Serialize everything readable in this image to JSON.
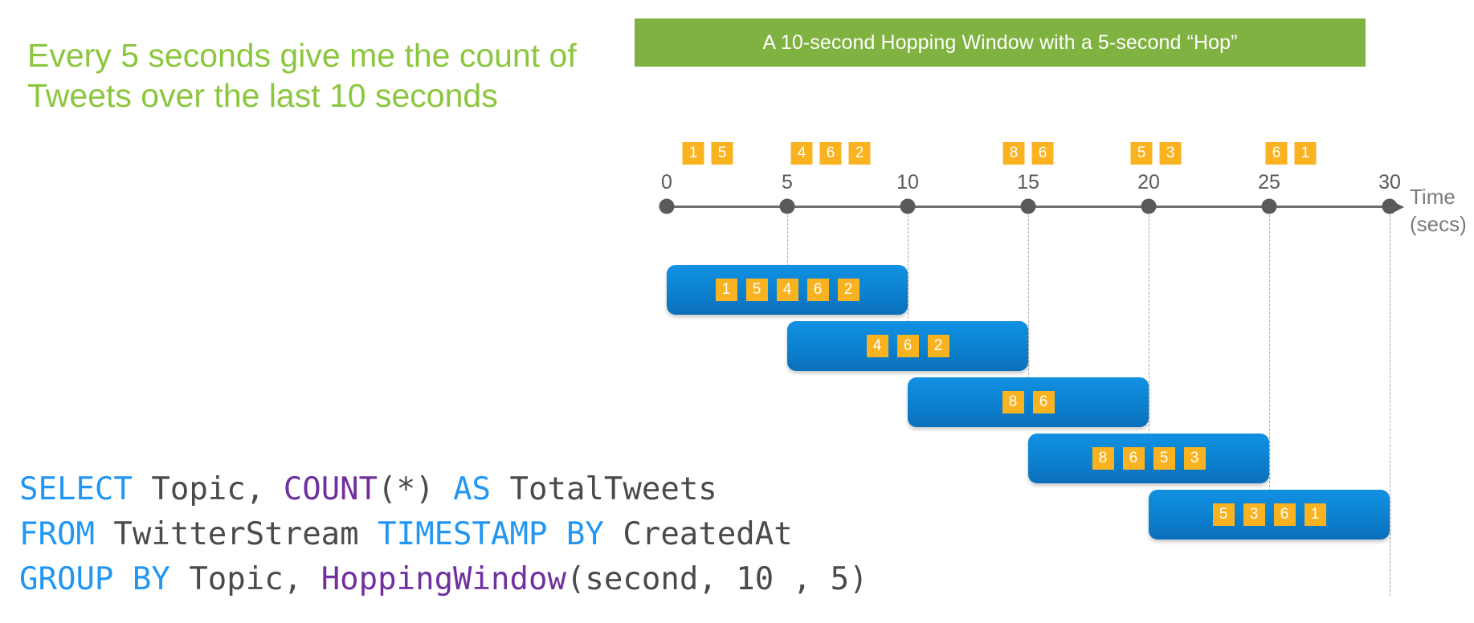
{
  "headline": "Every 5 seconds give me the count of Tweets over the last 10 seconds",
  "banner": {
    "title": "A 10-second Hopping Window with a 5-second “Hop”",
    "background": "#7FB241",
    "text_color": "#FFFFFF"
  },
  "colors": {
    "heading_green": "#8CC63E",
    "banner_green": "#7FB241",
    "event_orange": "#F9B320",
    "window_blue_top": "#1190E2",
    "window_blue_bottom": "#0A6FBB",
    "axis_gray": "#5A5A5A",
    "sql_keyword_blue": "#2196F3",
    "sql_function_purple": "#7030A0",
    "sql_identifier_gray": "#4A4A4A"
  },
  "timeline": {
    "axis_label_line1": "Time",
    "axis_label_line2": "(secs)",
    "ticks": [
      {
        "label": "0",
        "value": 0
      },
      {
        "label": "5",
        "value": 5
      },
      {
        "label": "10",
        "value": 10
      },
      {
        "label": "15",
        "value": 15
      },
      {
        "label": "20",
        "value": 20
      },
      {
        "label": "25",
        "value": 25
      },
      {
        "label": "30",
        "value": 30
      }
    ],
    "guides_at": [
      5,
      10,
      15,
      20,
      25,
      30
    ],
    "stream_events": [
      {
        "label": "1",
        "t": 1.1
      },
      {
        "label": "5",
        "t": 2.3
      },
      {
        "label": "4",
        "t": 5.6
      },
      {
        "label": "6",
        "t": 6.8
      },
      {
        "label": "2",
        "t": 8.0
      },
      {
        "label": "8",
        "t": 14.4
      },
      {
        "label": "6",
        "t": 15.6
      },
      {
        "label": "5",
        "t": 19.7
      },
      {
        "label": "3",
        "t": 20.9
      },
      {
        "label": "6",
        "t": 25.3
      },
      {
        "label": "1",
        "t": 26.5
      }
    ]
  },
  "windows": [
    {
      "name": "window-0-10",
      "start": 0,
      "end": 10,
      "events": [
        "1",
        "5",
        "4",
        "6",
        "2"
      ]
    },
    {
      "name": "window-5-15",
      "start": 5,
      "end": 15,
      "events": [
        "4",
        "6",
        "2"
      ]
    },
    {
      "name": "window-10-20",
      "start": 10,
      "end": 20,
      "events": [
        "8",
        "6"
      ]
    },
    {
      "name": "window-15-25",
      "start": 15,
      "end": 25,
      "events": [
        "8",
        "6",
        "5",
        "3"
      ]
    },
    {
      "name": "window-20-30",
      "start": 20,
      "end": 30,
      "events": [
        "5",
        "3",
        "6",
        "1"
      ]
    }
  ],
  "sql": {
    "lines": [
      [
        {
          "t": "SELECT",
          "c": "kw"
        },
        {
          "t": " Topic, ",
          "c": "id"
        },
        {
          "t": "COUNT",
          "c": "fn"
        },
        {
          "t": "(*) ",
          "c": "id"
        },
        {
          "t": "AS",
          "c": "kw"
        },
        {
          "t": " TotalTweets",
          "c": "id"
        }
      ],
      [
        {
          "t": "FROM",
          "c": "kw"
        },
        {
          "t": " TwitterStream ",
          "c": "id"
        },
        {
          "t": "TIMESTAMP BY",
          "c": "kw"
        },
        {
          "t": " CreatedAt",
          "c": "id"
        }
      ],
      [
        {
          "t": "GROUP BY",
          "c": "kw"
        },
        {
          "t": " Topic, ",
          "c": "id"
        },
        {
          "t": "HoppingWindow",
          "c": "fn"
        },
        {
          "t": "(second, 10 , 5)",
          "c": "id"
        }
      ]
    ],
    "plain_text": "SELECT Topic, COUNT(*) AS TotalTweets\nFROM TwitterStream TIMESTAMP BY CreatedAt\nGROUP BY Topic, HoppingWindow(second, 10 , 5)"
  }
}
